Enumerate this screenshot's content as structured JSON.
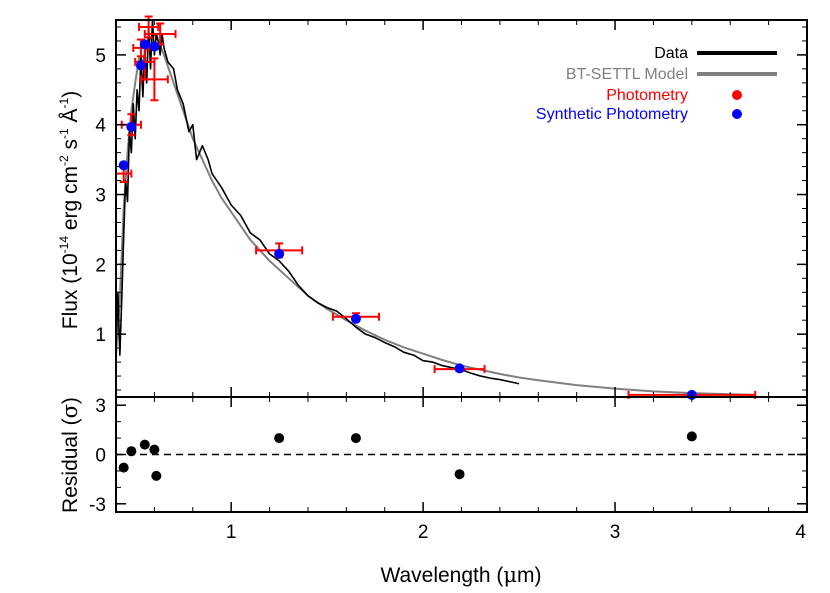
{
  "chart_data": [
    {
      "type": "line",
      "panel": "top",
      "xlabel": "",
      "ylabel": "Flux (10^-14 erg cm^-2 s^-1 Å^-1)",
      "ylabel_parts": {
        "a": "Flux (10",
        "b": "-14",
        "c": " erg cm",
        "d": "-2",
        "e": " s",
        "f": "-1",
        "g": " Å",
        "h": "-1",
        "i": ")"
      },
      "xlim": [
        0.4,
        4.0
      ],
      "ylim": [
        0.1,
        5.5
      ],
      "yticks": [
        1,
        2,
        3,
        4,
        5
      ],
      "legend": {
        "position": "top-right",
        "entries": [
          {
            "name": "Data",
            "color": "#000000",
            "symbol": "line"
          },
          {
            "name": "BT-SETTL Model",
            "color": "#808080",
            "symbol": "line"
          },
          {
            "name": "Photometry",
            "color": "#ff0000",
            "symbol": "dot"
          },
          {
            "name": "Synthetic Photometry",
            "color": "#0000ff",
            "symbol": "dot"
          }
        ]
      },
      "series": [
        {
          "name": "BT-SETTL Model",
          "color": "#808080",
          "x": [
            0.4,
            0.42,
            0.44,
            0.46,
            0.48,
            0.5,
            0.52,
            0.54,
            0.56,
            0.58,
            0.6,
            0.62,
            0.65,
            0.7,
            0.75,
            0.8,
            0.85,
            0.9,
            0.95,
            1.0,
            1.1,
            1.2,
            1.3,
            1.4,
            1.5,
            1.6,
            1.7,
            1.8,
            1.9,
            2.0,
            2.1,
            2.2,
            2.3,
            2.4,
            2.5,
            2.6,
            2.8,
            3.0,
            3.2,
            3.4,
            3.6,
            3.72
          ],
          "y": [
            0.7,
            1.5,
            2.8,
            3.6,
            4.2,
            4.6,
            4.95,
            4.9,
            5.1,
            5.25,
            5.3,
            5.2,
            5.0,
            4.6,
            4.2,
            3.8,
            3.5,
            3.2,
            2.95,
            2.75,
            2.35,
            2.05,
            1.8,
            1.55,
            1.36,
            1.2,
            1.05,
            0.92,
            0.81,
            0.72,
            0.63,
            0.55,
            0.49,
            0.43,
            0.38,
            0.34,
            0.27,
            0.22,
            0.18,
            0.155,
            0.14,
            0.13
          ]
        },
        {
          "name": "Data",
          "color": "#000000",
          "x": [
            0.4,
            0.41,
            0.42,
            0.43,
            0.44,
            0.45,
            0.46,
            0.47,
            0.48,
            0.49,
            0.5,
            0.51,
            0.52,
            0.53,
            0.54,
            0.55,
            0.56,
            0.57,
            0.58,
            0.59,
            0.6,
            0.61,
            0.62,
            0.63,
            0.64,
            0.65,
            0.67,
            0.7,
            0.72,
            0.75,
            0.78,
            0.8,
            0.82,
            0.85,
            0.88,
            0.9,
            0.95,
            1.0,
            1.05,
            1.1,
            1.15,
            1.2,
            1.25,
            1.3,
            1.35,
            1.4,
            1.45,
            1.5,
            1.55,
            1.6,
            1.65,
            1.7,
            1.75,
            1.8,
            1.85,
            1.9,
            1.95,
            2.0,
            2.05,
            2.1,
            2.15,
            2.2,
            2.25,
            2.3,
            2.35,
            2.4,
            2.45,
            2.5
          ],
          "y": [
            0.8,
            1.6,
            0.7,
            1.5,
            2.4,
            3.2,
            2.9,
            3.9,
            3.6,
            4.3,
            3.8,
            4.5,
            4.2,
            5.0,
            4.4,
            5.1,
            4.6,
            5.4,
            4.8,
            5.5,
            5.0,
            5.3,
            5.2,
            5.0,
            5.3,
            5.1,
            4.9,
            4.8,
            4.5,
            4.3,
            3.9,
            4.0,
            3.5,
            3.7,
            3.5,
            3.3,
            3.1,
            2.85,
            2.7,
            2.45,
            2.35,
            2.15,
            2.05,
            1.9,
            1.7,
            1.55,
            1.45,
            1.38,
            1.33,
            1.22,
            1.1,
            1.0,
            0.95,
            0.88,
            0.82,
            0.74,
            0.7,
            0.62,
            0.6,
            0.55,
            0.52,
            0.49,
            0.44,
            0.4,
            0.37,
            0.35,
            0.32,
            0.29
          ]
        },
        {
          "name": "Photometry",
          "color": "#ff0000",
          "x": [
            0.44,
            0.48,
            0.53,
            0.55,
            0.57,
            0.6,
            0.63,
            1.25,
            1.65,
            2.19,
            3.4
          ],
          "xerr": [
            0.04,
            0.05,
            0.04,
            0.05,
            0.05,
            0.07,
            0.08,
            0.12,
            0.12,
            0.13,
            0.33
          ],
          "y": [
            3.3,
            4.0,
            5.1,
            4.9,
            5.4,
            4.65,
            5.3,
            2.2,
            1.25,
            0.5,
            0.13
          ],
          "yerr": [
            0.12,
            0.15,
            0.12,
            0.25,
            0.15,
            0.3,
            0.15,
            0.1,
            0.05,
            0.03,
            0.01
          ]
        },
        {
          "name": "Synthetic Photometry",
          "color": "#0000ff",
          "x": [
            0.44,
            0.48,
            0.53,
            0.55,
            0.6,
            1.25,
            1.65,
            2.19,
            3.4
          ],
          "y": [
            3.42,
            3.97,
            4.85,
            5.15,
            5.12,
            2.15,
            1.22,
            0.51,
            0.13
          ]
        }
      ]
    },
    {
      "type": "scatter",
      "panel": "bottom",
      "xlabel": "Wavelength (μm)",
      "xlabel_parts": {
        "a": "Wavelength (",
        "b": "μ",
        "c": "m)"
      },
      "ylabel": "Residual (σ)",
      "ylabel_parts": {
        "a": "Residual (",
        "b": "σ",
        "c": ")"
      },
      "xlim": [
        0.4,
        4.0
      ],
      "ylim": [
        -3.5,
        3.5
      ],
      "xticks": [
        1,
        2,
        3,
        4
      ],
      "yticks": [
        -3,
        0,
        3
      ],
      "reference_line": {
        "y": 0,
        "style": "dashed"
      },
      "series": [
        {
          "name": "Residual",
          "color": "#000000",
          "x": [
            0.44,
            0.48,
            0.55,
            0.6,
            0.61,
            1.25,
            1.65,
            2.19,
            3.4
          ],
          "y": [
            -0.8,
            0.2,
            0.6,
            0.3,
            -1.3,
            1.0,
            1.0,
            -1.2,
            1.1
          ]
        }
      ]
    }
  ]
}
